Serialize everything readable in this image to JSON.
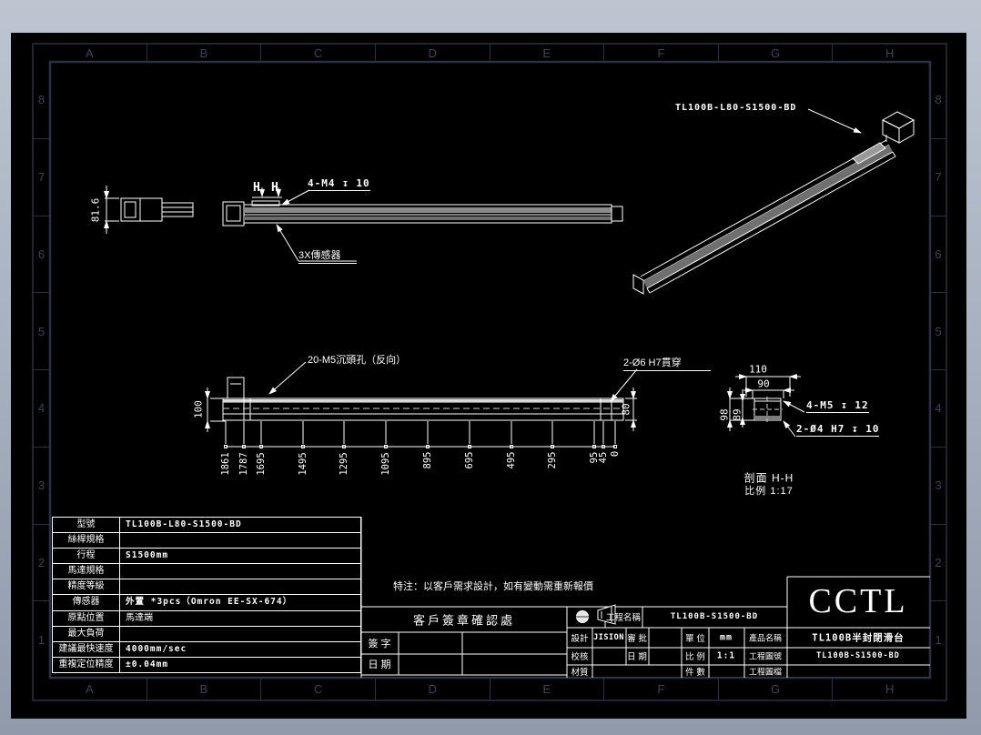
{
  "border": {
    "columns": [
      "A",
      "B",
      "C",
      "D",
      "E",
      "F",
      "G",
      "H"
    ],
    "rows": [
      "8",
      "7",
      "6",
      "5",
      "4",
      "3",
      "2",
      "1"
    ]
  },
  "iso_view": {
    "label": "TL100B-L80-S1500-BD"
  },
  "side_view": {
    "height_dim": "81.6",
    "section_letters": {
      "left": "H",
      "right": "H"
    },
    "holes_callout": "4-M4 ↧ 10",
    "sensor_callout": "3X傳感器"
  },
  "front_view": {
    "counterbore_callout": "20-M5沉頭孔（反向）",
    "through_callout": "2-Ø6 H7貫穿",
    "left_dim": "100",
    "right_dim": "80",
    "dim_chain": [
      "1861",
      "1787",
      "1695",
      "1495",
      "1295",
      "1095",
      "895",
      "695",
      "495",
      "295",
      "95",
      "45",
      "0"
    ]
  },
  "section_view": {
    "width_outer": "110",
    "width_inner": "90",
    "height_outer": "98",
    "height_inner": "89",
    "tap_callout": "4-M5 ↧ 12",
    "dowel_callout": "2-Ø4 H7 ↧ 10",
    "caption_line1": "剖面 H-H",
    "caption_line2": "比例 1:17"
  },
  "spec_table": {
    "rows": [
      {
        "label": "型號",
        "value": "TL100B-L80-S1500-BD",
        "emphasis": true
      },
      {
        "label": "絲桿規格",
        "value": "",
        "emphasis": false
      },
      {
        "label": "行程",
        "value": "S1500mm",
        "emphasis": true
      },
      {
        "label": "馬達規格",
        "value": "",
        "emphasis": false
      },
      {
        "label": "精度等級",
        "value": "",
        "emphasis": false
      },
      {
        "label": "傳感器",
        "value": "外置 *3pcs（Omron EE-SX-674）",
        "emphasis": true
      },
      {
        "label": "原點位置",
        "value": "馬達端",
        "emphasis": false
      },
      {
        "label": "最大負荷",
        "value": "",
        "emphasis": false
      },
      {
        "label": "建議最快速度",
        "value": "4000mm/sec",
        "emphasis": true
      },
      {
        "label": "重複定位精度",
        "value": "±0.04mm",
        "emphasis": true
      }
    ]
  },
  "notes": {
    "remark": "特注：以客戶需求設計，如有變動需重新報價"
  },
  "signature": {
    "title": "客戶簽章確認處",
    "row1_label": "簽 字",
    "row2_label": "日 期"
  },
  "title_block": {
    "logo": "CCTL",
    "project_label": "工程名稱",
    "project_value": "TL100B-S1500-BD",
    "design_label": "設計",
    "design_value": "JISION",
    "approve_label": "審 批",
    "approve_value": "",
    "unit_label": "單 位",
    "unit_value": "mm",
    "check_label": "校核",
    "check_value": "",
    "date_label": "日 期",
    "date_value": "",
    "scale_label": "比 例",
    "scale_value": "1:1",
    "material_label": "材質",
    "material_value": "",
    "qty_label": "件 數",
    "qty_value": "",
    "product_label": "產品名稱",
    "product_value": "TL100B半封閉滑台",
    "drawno_label": "工程圖號",
    "drawno_value": "TL100B-S1500-BD",
    "file_label": "工程圖檔",
    "file_value": ""
  }
}
